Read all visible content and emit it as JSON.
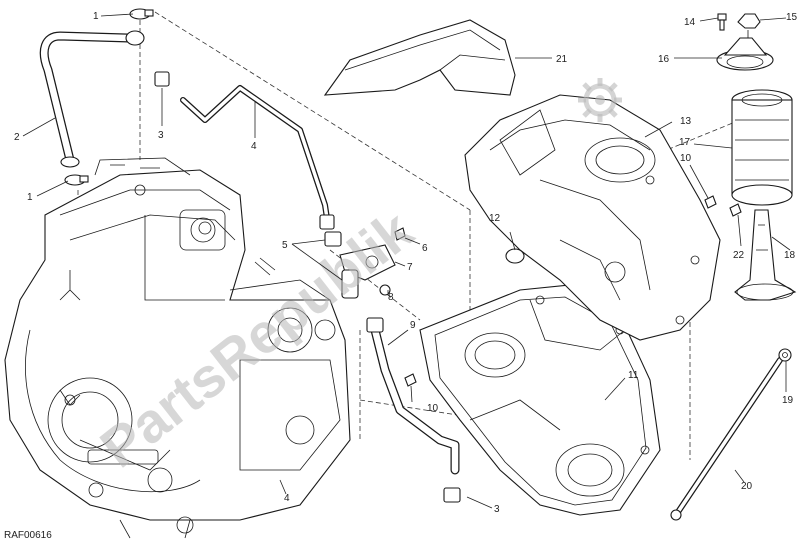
{
  "diagram": {
    "reference_code": "RAF00616",
    "watermark_text": "PartsRepublik",
    "callouts": [
      {
        "id": "c1a",
        "label": "1"
      },
      {
        "id": "c2",
        "label": "2"
      },
      {
        "id": "c1b",
        "label": "1"
      },
      {
        "id": "c3a",
        "label": "3"
      },
      {
        "id": "c4a",
        "label": "4"
      },
      {
        "id": "c5",
        "label": "5"
      },
      {
        "id": "c6",
        "label": "6"
      },
      {
        "id": "c7",
        "label": "7"
      },
      {
        "id": "c8",
        "label": "8"
      },
      {
        "id": "c9",
        "label": "9"
      },
      {
        "id": "c10a",
        "label": "10"
      },
      {
        "id": "c3b",
        "label": "3"
      },
      {
        "id": "c4b",
        "label": "4"
      },
      {
        "id": "c11",
        "label": "11"
      },
      {
        "id": "c12",
        "label": "12"
      },
      {
        "id": "c13",
        "label": "13"
      },
      {
        "id": "c10b",
        "label": "10"
      },
      {
        "id": "c14",
        "label": "14"
      },
      {
        "id": "c15",
        "label": "15"
      },
      {
        "id": "c16",
        "label": "16"
      },
      {
        "id": "c17",
        "label": "17"
      },
      {
        "id": "c21",
        "label": "21"
      },
      {
        "id": "c22",
        "label": "22"
      },
      {
        "id": "c18",
        "label": "18"
      },
      {
        "id": "c19",
        "label": "19"
      },
      {
        "id": "c20",
        "label": "20"
      }
    ]
  }
}
